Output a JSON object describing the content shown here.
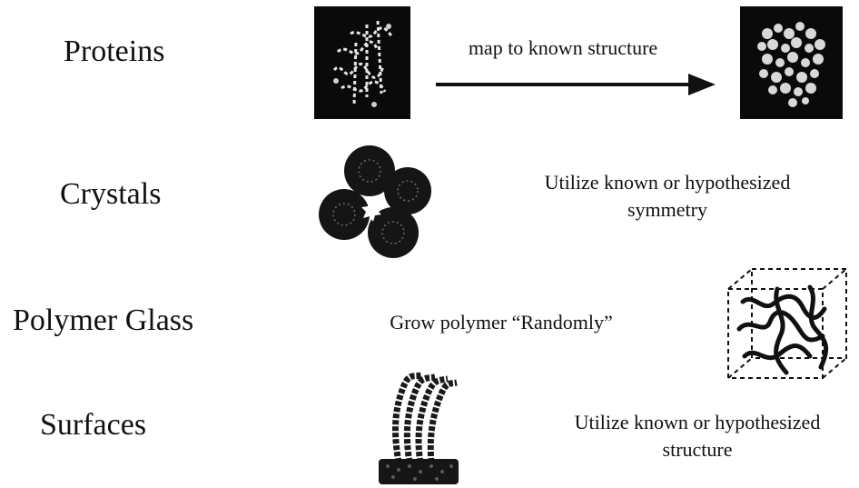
{
  "rows": [
    {
      "label": "Proteins",
      "method": "map to known structure",
      "images": [
        "protein-ribbon-image",
        "protein-mapped-structure-image"
      ],
      "connector": "arrow-right-icon"
    },
    {
      "label": "Crystals",
      "method_lines": [
        "Utilize known or hypothesized",
        "symmetry"
      ],
      "images": [
        "crystal-cluster-image"
      ]
    },
    {
      "label": "Polymer Glass",
      "method": "Grow polymer “Randomly”",
      "images": [
        "polymer-chain-box-image"
      ]
    },
    {
      "label": "Surfaces",
      "method_lines": [
        "Utilize known or hypothesized",
        "structure"
      ],
      "images": [
        "surface-slab-image"
      ]
    }
  ],
  "colors": {
    "text": "#111111",
    "panel": "#0a0a0a",
    "atoms": "#e6e6e6",
    "molecule_dark": "#151515"
  }
}
